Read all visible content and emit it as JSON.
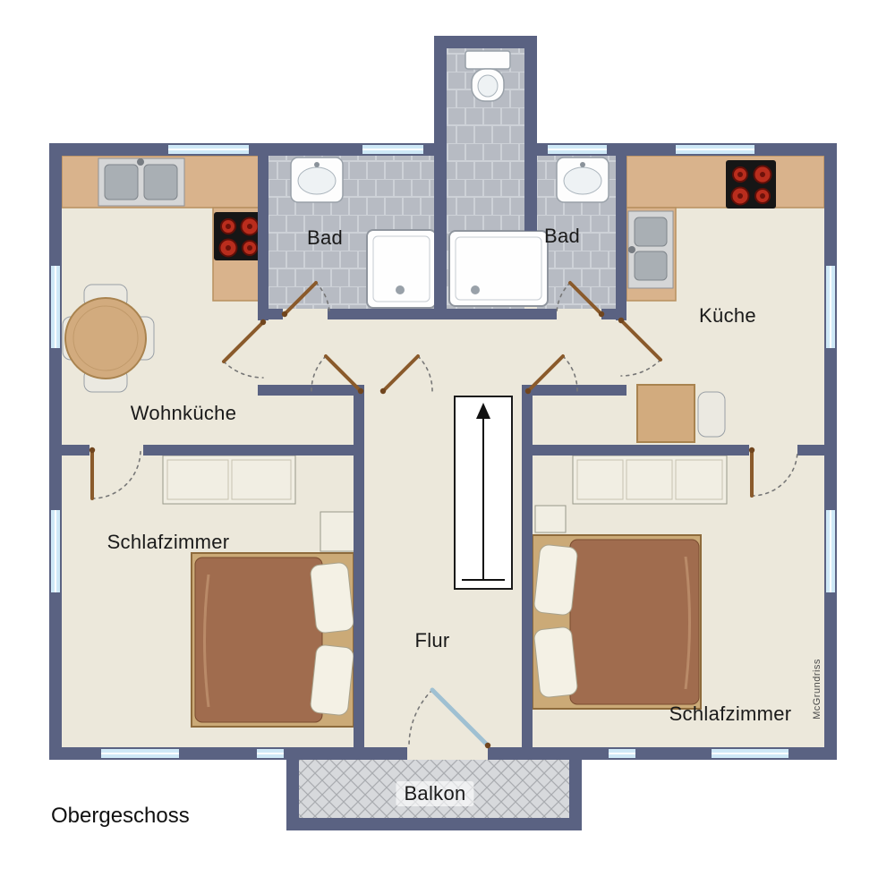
{
  "plan": {
    "floor_title": "Obergeschoss",
    "watermark": "McGrundriss",
    "rooms": {
      "bad_left": "Bad",
      "bad_right": "Bad",
      "kueche": "Küche",
      "wohnkueche": "Wohnküche",
      "schlafzimmer_left": "Schlafzimmer",
      "schlafzimmer_right": "Schlafzimmer",
      "flur": "Flur",
      "balkon": "Balkon"
    },
    "colors": {
      "wall": "#5a6282",
      "floor": "#ece8db",
      "bath_tile": "#b7bbc3",
      "counter": "#d9b38c",
      "window": "#cfe9f7",
      "door_leaf": "#8a5a2b",
      "balcony_hatch": "#d7d9dc",
      "bed_blanket": "#a06c4e",
      "bed_frame": "#cbaa77",
      "stove_burner": "#b92d1d"
    }
  }
}
